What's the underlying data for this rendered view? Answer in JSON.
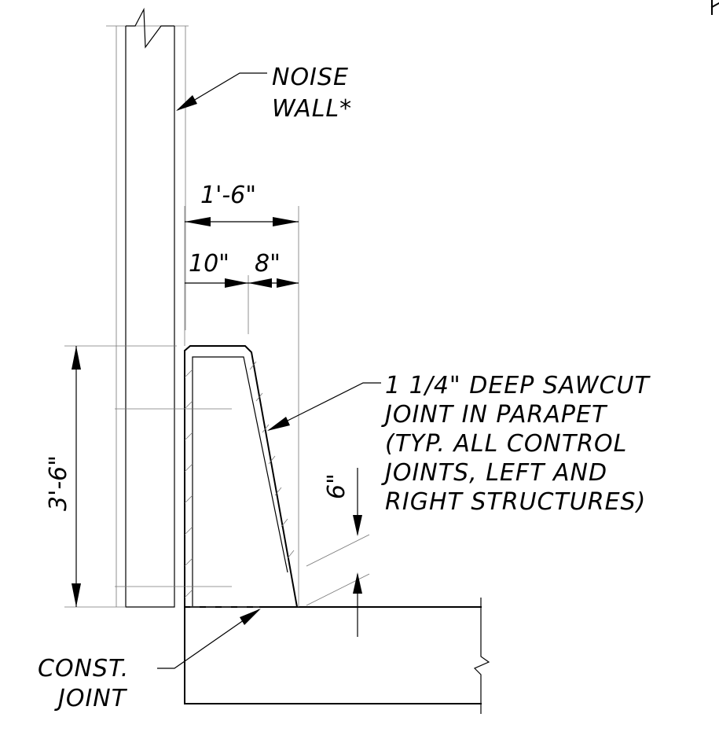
{
  "labels": {
    "noise_wall_line1": "NOISE",
    "noise_wall_line2": "WALL*",
    "sawcut_line1": "1 1/4\" DEEP SAWCUT",
    "sawcut_line2": "JOINT IN PARAPET",
    "sawcut_line3": "(TYP. ALL CONTROL",
    "sawcut_line4": "JOINTS, LEFT AND",
    "sawcut_line5": "RIGHT STRUCTURES)",
    "const_joint_line1": "CONST.",
    "const_joint_line2": "JOINT"
  },
  "dimensions": {
    "overall_width": "1'-6\"",
    "top_width": "10\"",
    "slope_offset": "8\"",
    "height": "3'-6\"",
    "lower_face": "6\""
  }
}
